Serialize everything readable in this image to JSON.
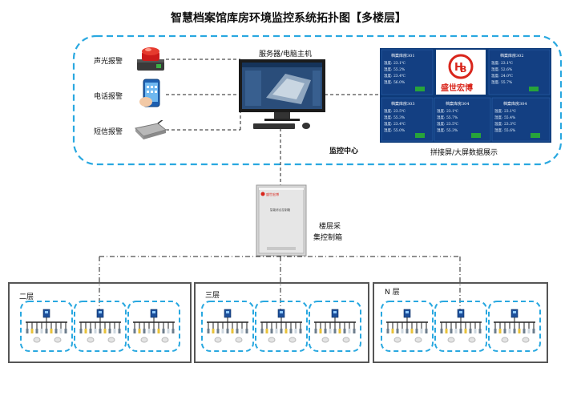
{
  "title": "智慧档案馆库房环境监控系统拓扑图【多楼层】",
  "alarms": {
    "sound_light": "声光报警",
    "phone": "电话报警",
    "sms": "短信报警"
  },
  "server_label": "服务器/电脑主机",
  "monitor_center": "监控中心",
  "big_screen_label": "拼接屏/大屏数据展示",
  "screens": {
    "logo_text": "盛世宏博",
    "panel_titles": [
      "档案库房301",
      "档案库房302",
      "档案库房303",
      "档案库房304",
      "档案库房304"
    ]
  },
  "cabinet": {
    "label_line1": "楼层采",
    "label_line2": "集控制箱",
    "plate_text": "智能综合控制箱"
  },
  "floors": [
    {
      "label": "二层"
    },
    {
      "label": "三层"
    },
    {
      "label": "N 层"
    }
  ],
  "colors": {
    "dashed_blue": "#29a8e0",
    "screen_bg": "#0d3a78",
    "logo_red": "#d9261c"
  }
}
